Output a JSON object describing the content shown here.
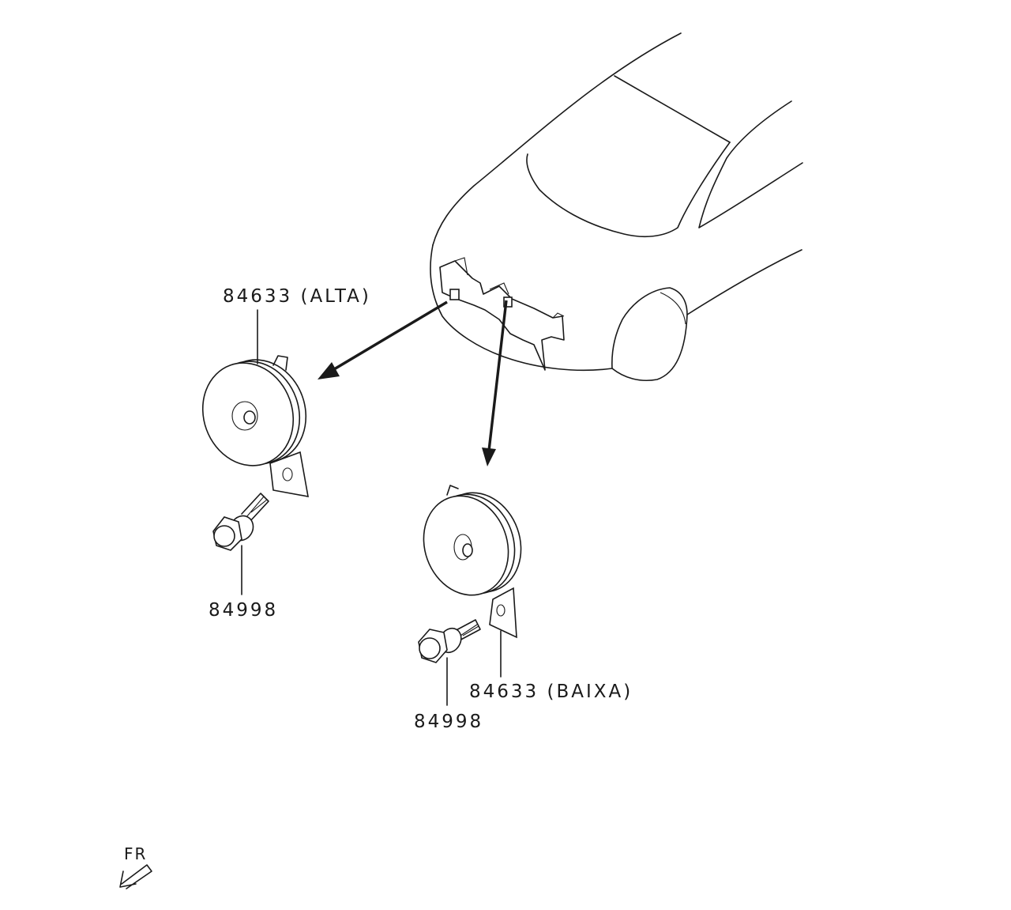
{
  "labels": {
    "horn_high": "84633 (ALTA)",
    "bolt_high": "84998",
    "horn_low": "84633 (BAIXA)",
    "bolt_low": "84998",
    "front_marker": "FR"
  }
}
